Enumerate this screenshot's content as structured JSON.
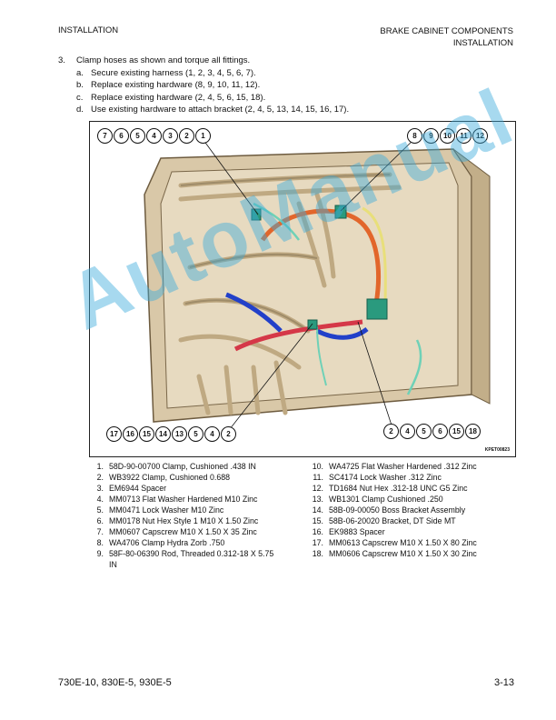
{
  "header": {
    "left": "INSTALLATION",
    "right_line1": "BRAKE CABINET COMPONENTS",
    "right_line2": "INSTALLATION"
  },
  "step": {
    "number": "3.",
    "text": "Clamp hoses as shown and torque all fittings.",
    "subs": [
      {
        "letter": "a.",
        "text": "Secure existing harness (1, 2, 3, 4, 5, 6, 7)."
      },
      {
        "letter": "b.",
        "text": "Replace existing hardware (8, 9, 10, 11, 12)."
      },
      {
        "letter": "c.",
        "text": "Replace existing hardware (2, 4, 5, 6, 15, 18)."
      },
      {
        "letter": "d.",
        "text": "Use existing hardware to attach bracket (2, 4, 5, 13, 14, 15, 16, 17)."
      }
    ]
  },
  "figure": {
    "id": "KPET00823",
    "callouts_top_left": [
      "7",
      "6",
      "5",
      "4",
      "3",
      "2",
      "1"
    ],
    "callouts_top_right": [
      "8",
      "9",
      "10",
      "11",
      "12"
    ],
    "callouts_bottom_left": [
      "17",
      "16",
      "15",
      "14",
      "13",
      "5",
      "4",
      "2"
    ],
    "callouts_bottom_right": [
      "2",
      "4",
      "5",
      "6",
      "15",
      "18"
    ]
  },
  "parts_left": [
    {
      "n": "1.",
      "t": "58D-90-00700 Clamp, Cushioned .438 IN"
    },
    {
      "n": "2.",
      "t": "WB3922 Clamp, Cushioned 0.688"
    },
    {
      "n": "3.",
      "t": "EM6944 Spacer"
    },
    {
      "n": "4.",
      "t": "MM0713 Flat Washer Hardened M10 Zinc"
    },
    {
      "n": "5.",
      "t": "MM0471 Lock Washer M10 Zinc"
    },
    {
      "n": "6.",
      "t": "MM0178 Nut Hex Style 1 M10 X 1.50 Zinc"
    },
    {
      "n": "7.",
      "t": "MM0607 Capscrew M10 X 1.50 X 35 Zinc"
    },
    {
      "n": "8.",
      "t": "WA4706 Clamp Hydra Zorb .750"
    },
    {
      "n": "9.",
      "t": "58F-80-06390 Rod, Threaded 0.312-18 X 5.75 IN"
    }
  ],
  "parts_right": [
    {
      "n": "10.",
      "t": "WA4725 Flat Washer Hardened .312 Zinc"
    },
    {
      "n": "11.",
      "t": "SC4174 Lock Washer .312 Zinc"
    },
    {
      "n": "12.",
      "t": "TD1684 Nut Hex .312-18 UNC G5 Zinc"
    },
    {
      "n": "13.",
      "t": "WB1301 Clamp Cushioned .250"
    },
    {
      "n": "14.",
      "t": "58B-09-00050 Boss Bracket Assembly"
    },
    {
      "n": "15.",
      "t": "58B-06-20020 Bracket, DT Side MT"
    },
    {
      "n": "16.",
      "t": "EK9883 Spacer"
    },
    {
      "n": "17.",
      "t": "MM0613 Capscrew M10 X 1.50 X 80 Zinc"
    },
    {
      "n": "18.",
      "t": "MM0606 Capscrew M10 X 1.50 X 30 Zinc"
    }
  ],
  "footer": {
    "models": "730E-10, 830E-5, 930E-5",
    "page": "3-13"
  },
  "watermark": "AutoManual"
}
